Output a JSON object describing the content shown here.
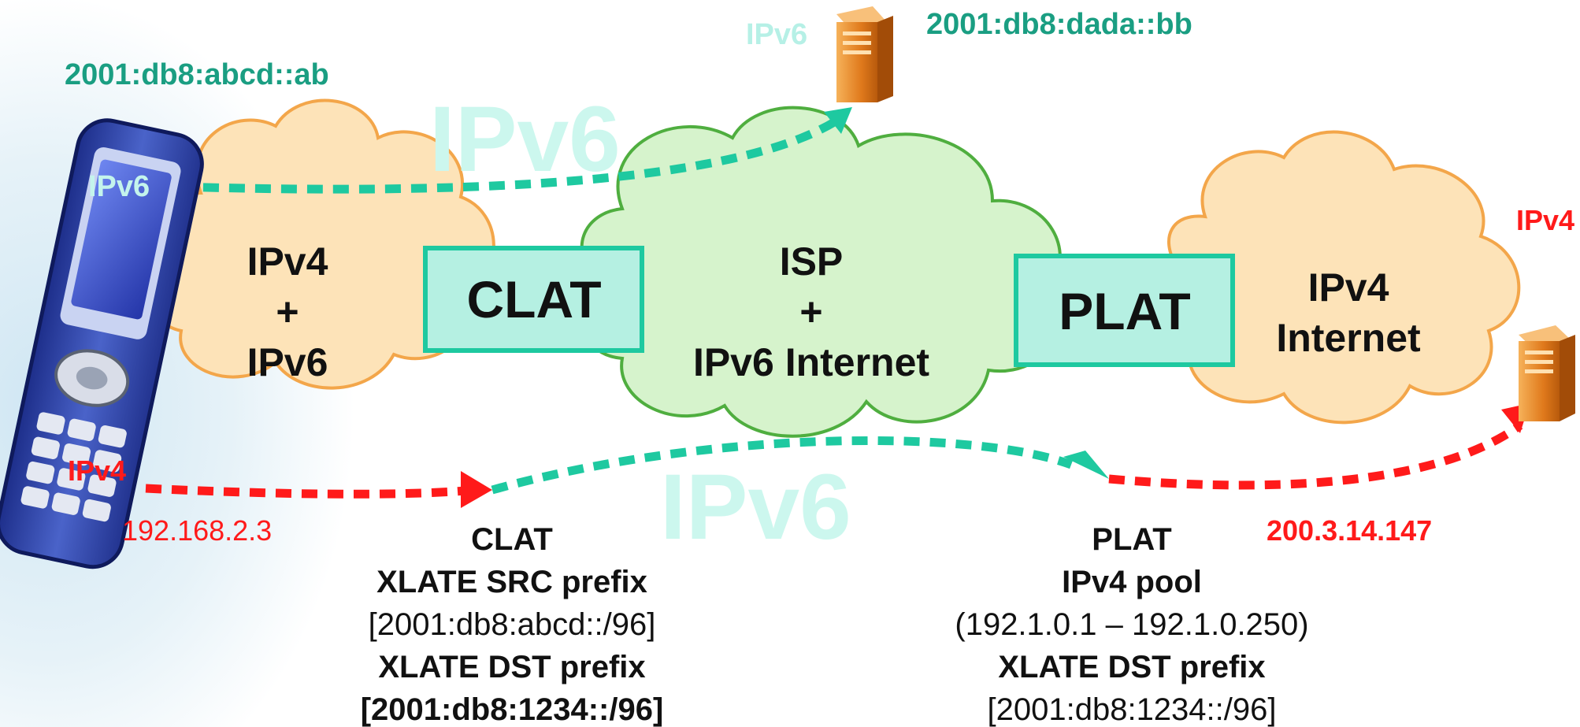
{
  "addresses": {
    "client_ipv6": "2001:db8:abcd::ab",
    "server_ipv6": "2001:db8:dada::bb",
    "client_ipv4": "192.168.2.3",
    "server_ipv4": "200.3.14.147"
  },
  "labels": {
    "phone_ipv6": "IPv6",
    "phone_ipv4": "IPv4",
    "server_ipv6": "IPv6",
    "server_ipv4": "IPv4",
    "ghost_top": "IPv6",
    "ghost_bottom": "IPv6"
  },
  "clouds": {
    "home": [
      "IPv4",
      "+",
      "IPv6"
    ],
    "isp": [
      "ISP",
      "+",
      "IPv6 Internet"
    ],
    "internet": [
      "IPv4",
      "Internet"
    ]
  },
  "boxes": {
    "clat": "CLAT",
    "plat": "PLAT"
  },
  "notes": {
    "clat": [
      "CLAT",
      "XLATE SRC prefix",
      "[2001:db8:abcd::/96]",
      "XLATE DST prefix",
      "[2001:db8:1234::/96]"
    ],
    "plat": [
      "PLAT",
      "IPv4 pool",
      "(192.1.0.1 – 192.1.0.250)",
      "XLATE DST prefix",
      "[2001:db8:1234::/96]"
    ]
  },
  "colors": {
    "ipv6_flow": "#1ec9a0",
    "ipv4_flow": "#ff1a1a",
    "home_cloud": "#fde3b8",
    "isp_cloud": "#d6f3cc",
    "box_fill": "#b5f0e2",
    "box_border": "#1ec9a0",
    "server": "#e07a1c"
  },
  "icons": [
    "mobile-phone-icon",
    "server-ipv6-icon",
    "server-ipv4-icon"
  ]
}
